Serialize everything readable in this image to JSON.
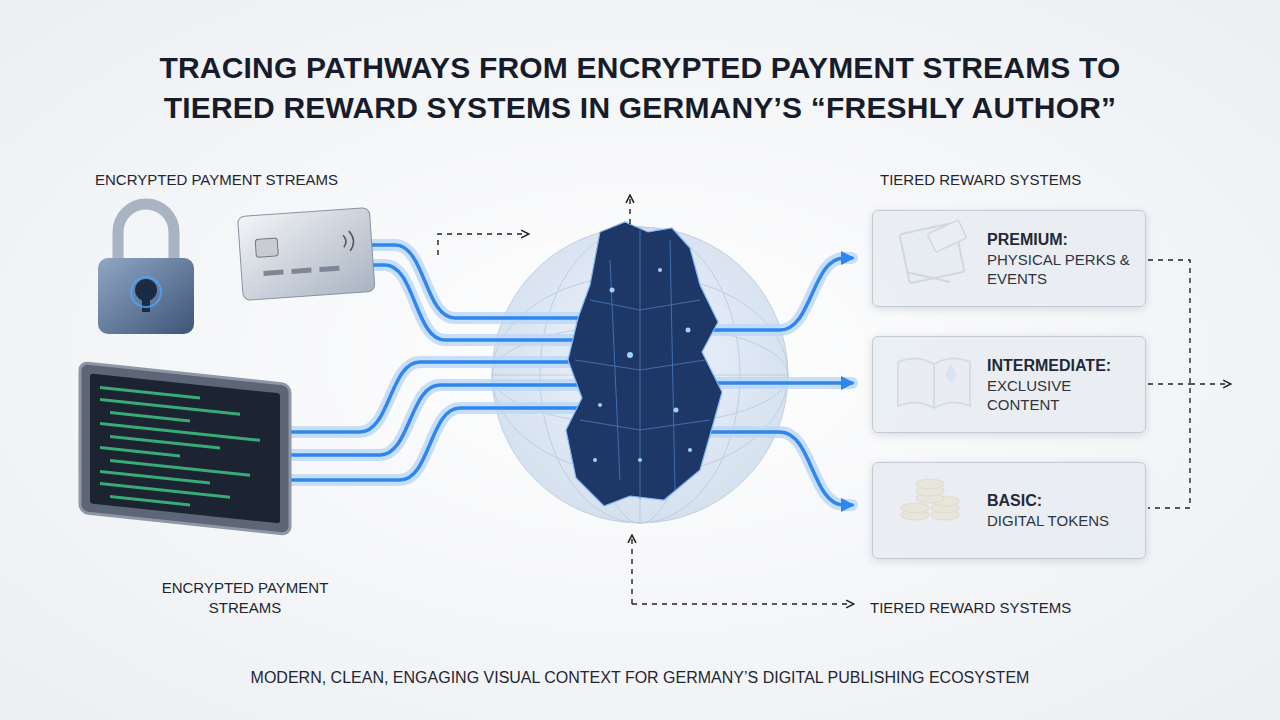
{
  "diagram": {
    "title": "TRACING PATHWAYS FROM ENCRYPTED PAYMENT STREAMS TO TIERED REWARD SYSTEMS IN GERMANY’S “FRESHLY AUTHOR”",
    "caption": "MODERN, CLEAN, ENGAGING VISUAL CONTEXT FOR GERMANY’S DIGITAL PUBLISHING ECOSYSTEM",
    "nodes": [
      {
        "text": [
          "PREMIUM:",
          "PHYSICAL PERKS & EVENTS"
        ]
      },
      {
        "text": [
          "INTERMEDIATE:",
          "EXCLUSIVE CONTENT"
        ]
      },
      {
        "text": [
          "BASIC:",
          "DIGITAL TOKENS"
        ]
      }
    ],
    "labels": [
      "ENCRYPTED PAYMENT STREAMS",
      "TIERED REWARD SYSTEMS",
      "ENCRYPTED PAYMENT STREAMS",
      "TIERED REWARD SYSTEMS"
    ]
  }
}
